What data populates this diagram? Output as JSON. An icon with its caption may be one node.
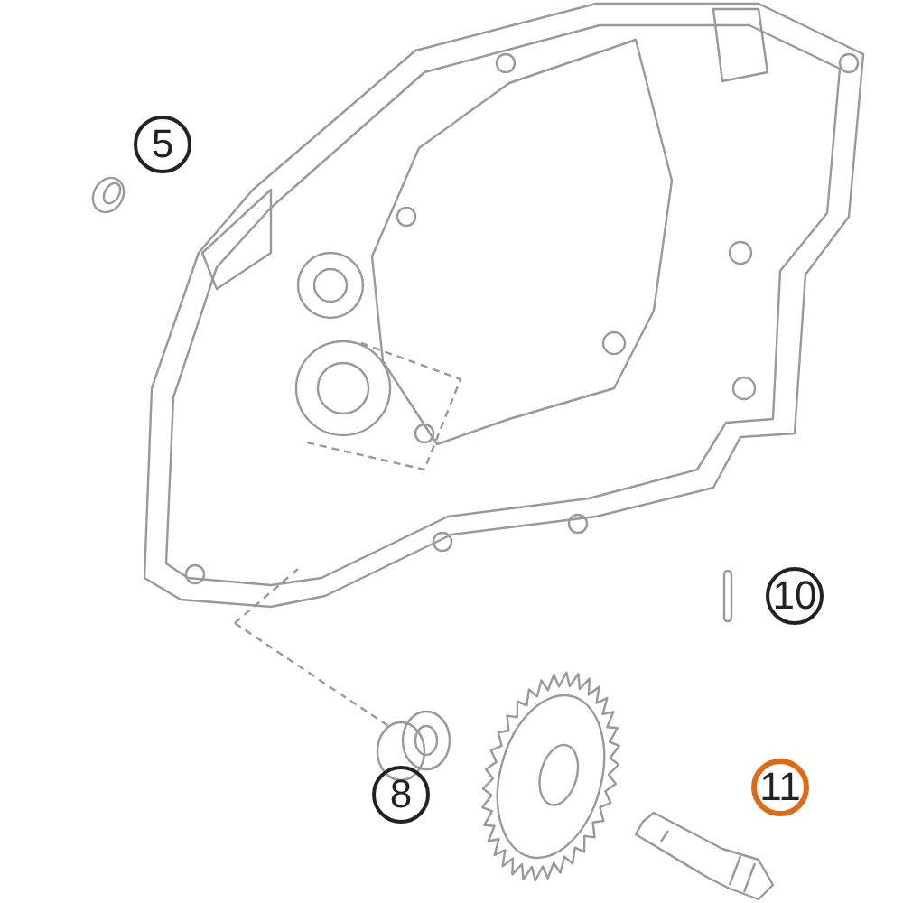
{
  "diagram": {
    "labels": [
      "5",
      "10",
      "8",
      "11"
    ]
  }
}
